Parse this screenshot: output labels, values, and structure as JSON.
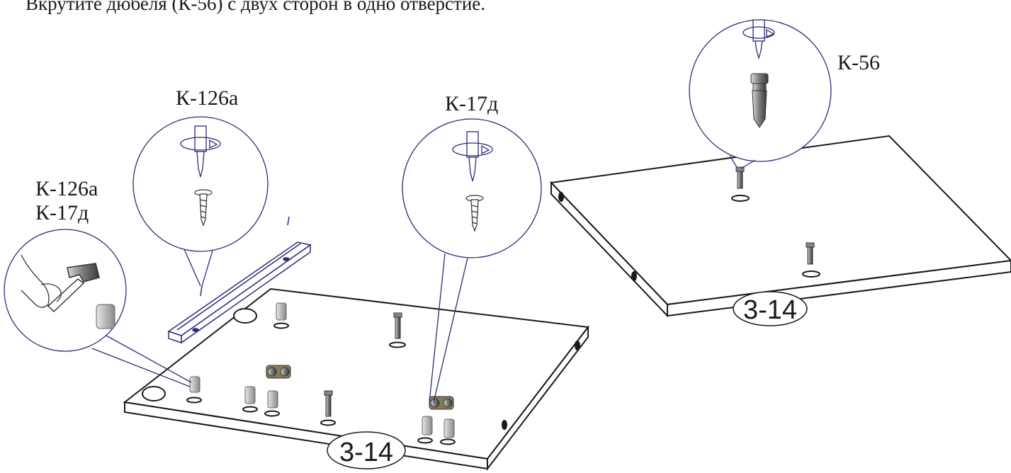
{
  "instruction": "Вкрутите дюбеля  (К-56) с двух сторон в одно отверстие.",
  "labels": {
    "k126a_top": "К-126а",
    "k17d_top": "К-17д",
    "k56": "К-56",
    "k126a_left": "К-126а",
    "k17d_left": "К-17д"
  },
  "panels": {
    "left_code": "3-14",
    "right_code": "3-14"
  },
  "colors": {
    "outline": "#1a1a1a",
    "callout_line": "#2b2b7a",
    "part_gray": "#9a9a9a",
    "background": "#ffffff"
  }
}
